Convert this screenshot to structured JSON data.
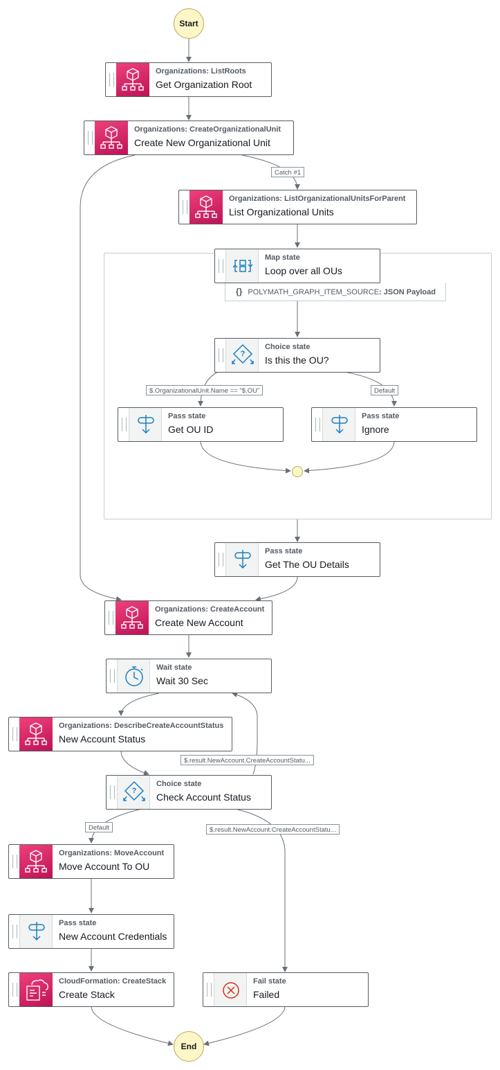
{
  "terminals": {
    "start": "Start",
    "end": "End"
  },
  "states": {
    "get_org_root": {
      "type": "Organizations: ListRoots",
      "name": "Get Organization Root",
      "icon": "organizations-icon"
    },
    "create_ou": {
      "type": "Organizations: CreateOrganizationalUnit",
      "name": "Create New Organizational Unit",
      "icon": "organizations-icon"
    },
    "list_ous": {
      "type": "Organizations: ListOrganizationalUnitsForParent",
      "name": "List Organizational Units",
      "icon": "organizations-icon"
    },
    "loop_ous": {
      "type": "Map state",
      "name": "Loop over all OUs",
      "icon": "map-state-icon",
      "item_source_key": "POLYMATH_GRAPH_ITEM_SOURCE",
      "item_source_value": "JSON Payload"
    },
    "is_this_ou": {
      "type": "Choice state",
      "name": "Is this the OU?",
      "icon": "choice-state-icon"
    },
    "get_ou_id": {
      "type": "Pass state",
      "name": "Get OU ID",
      "icon": "pass-state-icon"
    },
    "ignore": {
      "type": "Pass state",
      "name": "Ignore",
      "icon": "pass-state-icon"
    },
    "get_ou_details": {
      "type": "Pass state",
      "name": "Get The OU Details",
      "icon": "pass-state-icon"
    },
    "create_account": {
      "type": "Organizations: CreateAccount",
      "name": "Create New Account",
      "icon": "organizations-icon"
    },
    "wait_30": {
      "type": "Wait state",
      "name": "Wait 30 Sec",
      "icon": "wait-state-icon"
    },
    "account_status": {
      "type": "Organizations: DescribeCreateAccountStatus",
      "name": "New Account Status",
      "icon": "organizations-icon"
    },
    "check_status": {
      "type": "Choice state",
      "name": "Check Account Status",
      "icon": "choice-state-icon"
    },
    "move_account": {
      "type": "Organizations: MoveAccount",
      "name": "Move Account To OU",
      "icon": "organizations-icon"
    },
    "credentials": {
      "type": "Pass state",
      "name": "New Account Credentials",
      "icon": "pass-state-icon"
    },
    "create_stack": {
      "type": "CloudFormation: CreateStack",
      "name": "Create Stack",
      "icon": "cloudformation-icon"
    },
    "failed": {
      "type": "Fail state",
      "name": "Failed",
      "icon": "fail-state-icon"
    }
  },
  "edge_labels": {
    "catch": "Catch #1",
    "ou_match": "$.OrganizationalUnit.Name == \"$.OU\"",
    "default_1": "Default",
    "status_retry": "$.result.NewAccount.CreateAccountStatu...",
    "default_2": "Default",
    "status_failed": "$.result.NewAccount.CreateAccountStatu..."
  },
  "colors": {
    "service_icon": "#d6246e",
    "flow_icon": "#1b7fc1",
    "terminal_fill": "#fdf6c7",
    "edge": "#687078",
    "fail_icon": "#d13212"
  }
}
